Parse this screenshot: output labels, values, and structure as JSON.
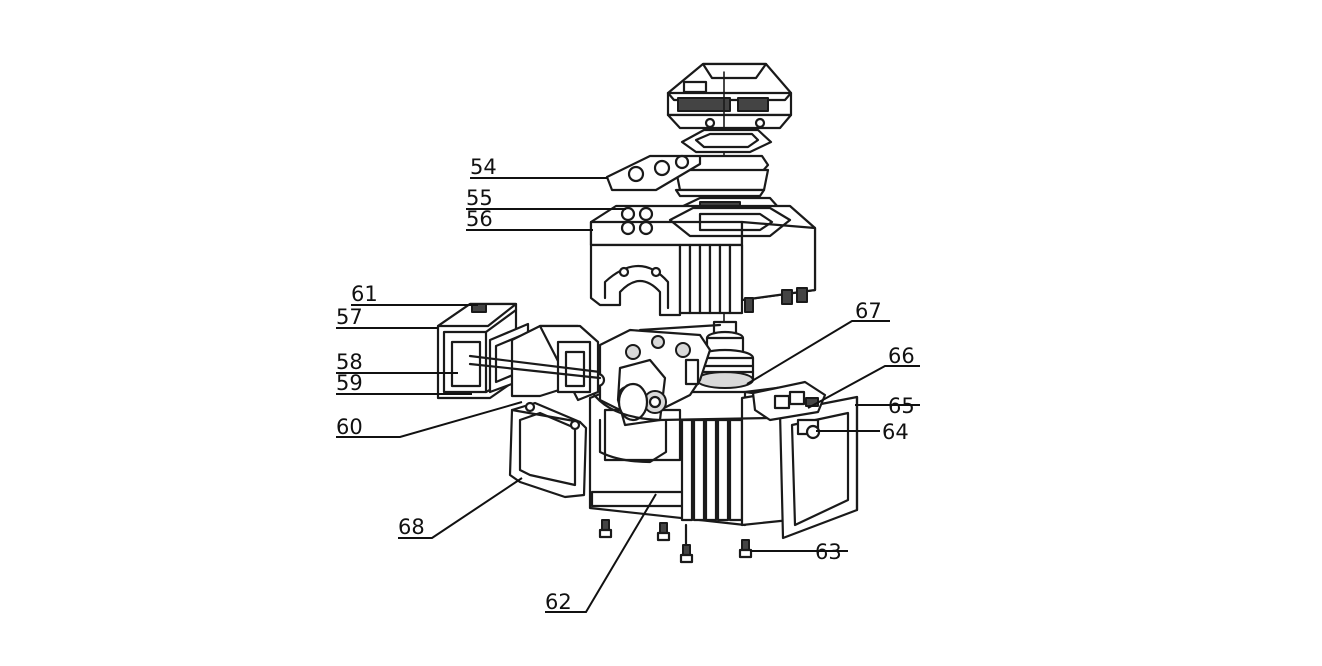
{
  "callouts": [
    {
      "id": "54",
      "text": "54"
    },
    {
      "id": "55",
      "text": "55"
    },
    {
      "id": "56",
      "text": "56"
    },
    {
      "id": "61",
      "text": "61"
    },
    {
      "id": "57",
      "text": "57"
    },
    {
      "id": "58",
      "text": "58"
    },
    {
      "id": "59",
      "text": "59"
    },
    {
      "id": "60",
      "text": "60"
    },
    {
      "id": "68",
      "text": "68"
    },
    {
      "id": "62",
      "text": "62"
    },
    {
      "id": "67",
      "text": "67"
    },
    {
      "id": "66",
      "text": "66"
    },
    {
      "id": "65",
      "text": "65"
    },
    {
      "id": "64",
      "text": "64"
    },
    {
      "id": "63",
      "text": "63"
    }
  ]
}
